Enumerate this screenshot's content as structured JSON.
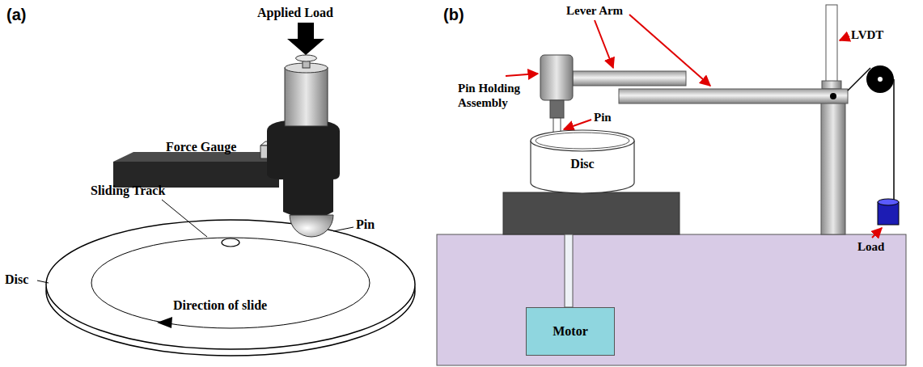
{
  "diagram": {
    "nodes": [
      {
        "text": [
          "Disc"
        ]
      },
      {
        "text": [
          "Motor"
        ]
      }
    ],
    "labels": [
      "(a)",
      "Applied Load",
      "Force Gauge",
      "Sliding Track",
      "Disc",
      "Pin",
      "Direction of slide",
      "(b)",
      "Lever Arm",
      "LVDT",
      "Pin Holding Assembly",
      "Pin",
      "Load"
    ]
  }
}
